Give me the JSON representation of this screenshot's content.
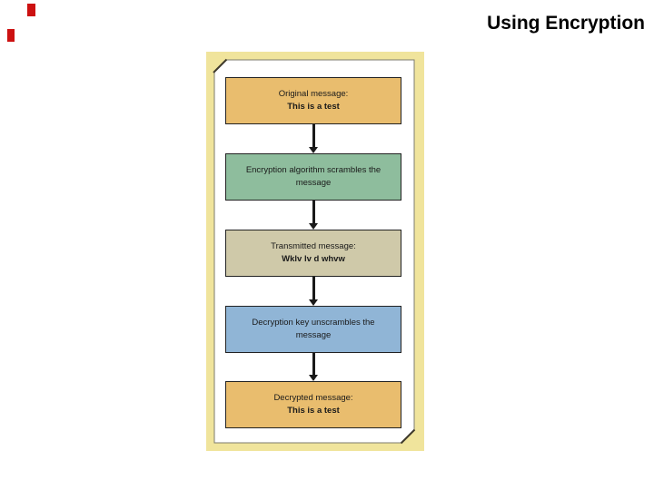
{
  "title": "Using Encryption",
  "colors": {
    "title_text": "#000000",
    "panel_cream": "#f0e49c",
    "plaque_white": "#ffffff",
    "plaque_border": "#7d7b6e",
    "bevel_shadow": "#3f3a2c",
    "box_border": "#222222",
    "arrow": "#1a1a1a",
    "red_mark": "#cc1111",
    "orange": "#e9bd6e",
    "green": "#8ebd9d",
    "beige": "#cfc9a9",
    "blue": "#90b5d6"
  },
  "flowchart": {
    "boxes": [
      {
        "line1": "Original message:",
        "line2": "This is a test",
        "color": "orange"
      },
      {
        "line1": "Encryption algorithm scrambles the",
        "line2": "message",
        "color": "green"
      },
      {
        "line1": "Transmitted message:",
        "line2": "Wklv lv d whvw",
        "color": "beige"
      },
      {
        "line1": "Decryption key unscrambles the",
        "line2": "message",
        "color": "blue"
      },
      {
        "line1": "Decrypted message:",
        "line2": "This is a test",
        "color": "orange"
      }
    ]
  }
}
